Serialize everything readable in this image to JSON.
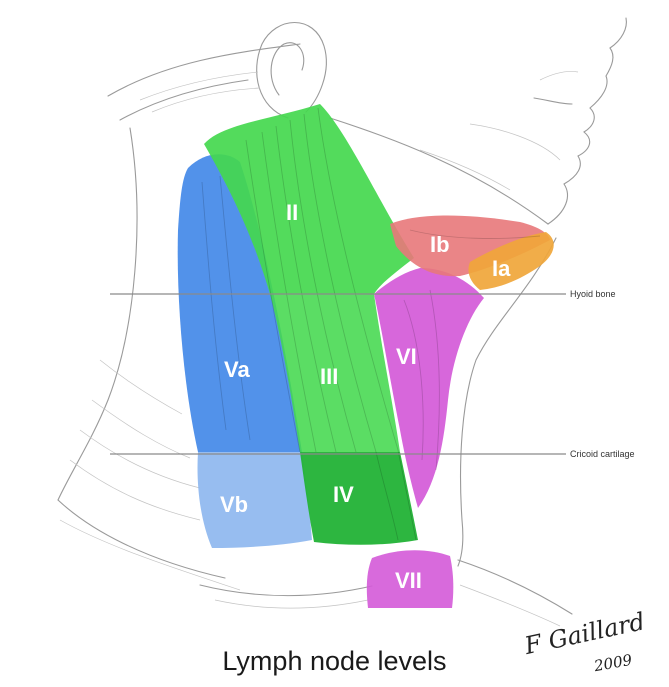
{
  "title": "Lymph node levels",
  "levels": {
    "ia": "Ia",
    "ib": "Ib",
    "ii": "II",
    "iii": "III",
    "iv": "IV",
    "va": "Va",
    "vb": "Vb",
    "vi": "VI",
    "vii": "VII"
  },
  "landmarks": {
    "hyoid": "Hyoid bone",
    "cricoid": "Cricoid cartilage"
  },
  "signature": {
    "name": "F Gaillard",
    "year": "2009"
  },
  "colors": {
    "level_i_red": "#e8787a",
    "level_i_orange": "#f0a63a",
    "level_ii_iv_green": "#44d84e",
    "level_iv_dark_green": "#22b236",
    "level_v_blue": "#3f86e8",
    "level_vb_light_blue": "#8cb6ee",
    "level_vi_vii_magenta": "#d45ad8",
    "sketch_gray": "#9a9a9a"
  }
}
